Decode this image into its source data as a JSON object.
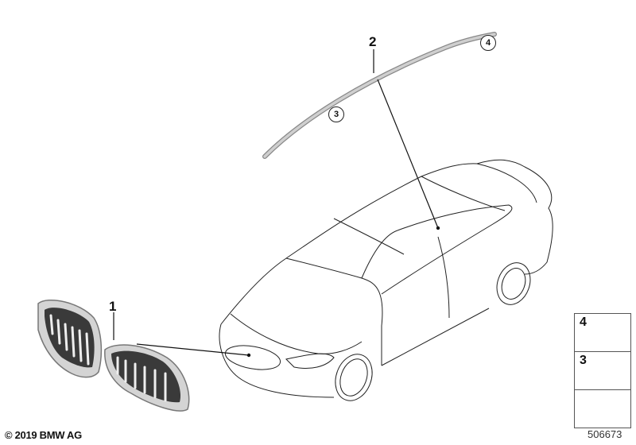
{
  "diagram": {
    "callouts": [
      {
        "id": "1",
        "label": "1",
        "part": "grille"
      },
      {
        "id": "2",
        "label": "2",
        "part": "roof trim strip"
      }
    ],
    "circled_refs": [
      {
        "id": "3",
        "label": "3"
      },
      {
        "id": "4",
        "label": "4"
      }
    ],
    "legend": [
      {
        "num": "4",
        "icon": "pad-icon"
      },
      {
        "num": "3",
        "icon": "clip-icon"
      },
      {
        "num": "",
        "icon": "arrow-icon"
      }
    ],
    "copyright": "© 2019 BMW AG",
    "diagram_number": "506673"
  }
}
